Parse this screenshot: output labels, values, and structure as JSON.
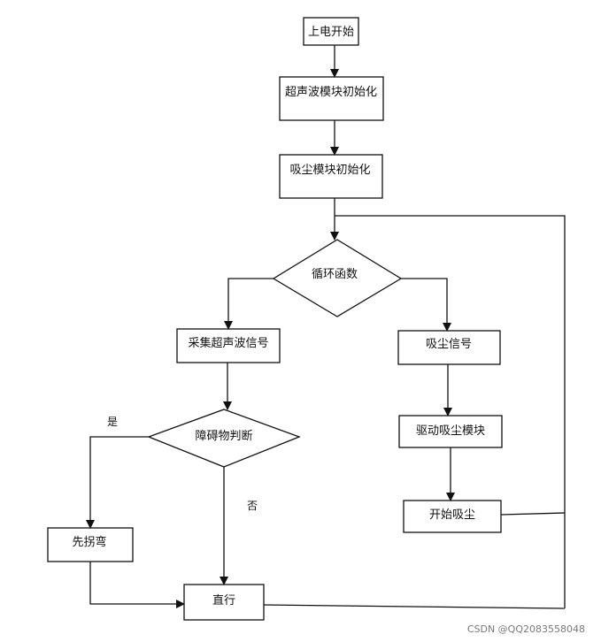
{
  "flowchart": {
    "nodes": {
      "start": "上电开始",
      "ultrasonic_init": "超声波模块初始化",
      "vacuum_init": "吸尘模块初始化",
      "loop": "循环函数",
      "collect_signal": "采集超声波信号",
      "vacuum_signal": "吸尘信号",
      "obstacle": "障碍物判断",
      "drive_vacuum": "驱动吸尘模块",
      "start_vacuum": "开始吸尘",
      "turn": "先拐弯",
      "straight": "直行"
    },
    "edge_labels": {
      "yes": "是",
      "no": "否"
    }
  },
  "watermark": "CSDN @QQ2083558048"
}
